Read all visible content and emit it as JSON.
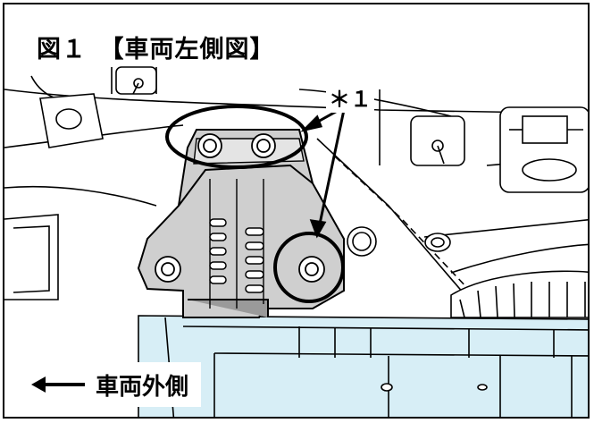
{
  "figure": {
    "number_label": "図１",
    "view_label": "【車両左側図】",
    "title_text": "図１　【車両左側図】"
  },
  "callout": {
    "text": "＊１"
  },
  "direction_label": {
    "text": "車両外側"
  },
  "colors": {
    "line": "#000000",
    "bracket_fill": "#cfcfcf",
    "bracket_shadow": "#9a9a9a",
    "panel_fill": "#d7eef6",
    "background": "#ffffff"
  },
  "icons": {
    "direction_arrow": "left-arrow-icon",
    "pointer_arrows": "callout-pointer-arrows"
  }
}
